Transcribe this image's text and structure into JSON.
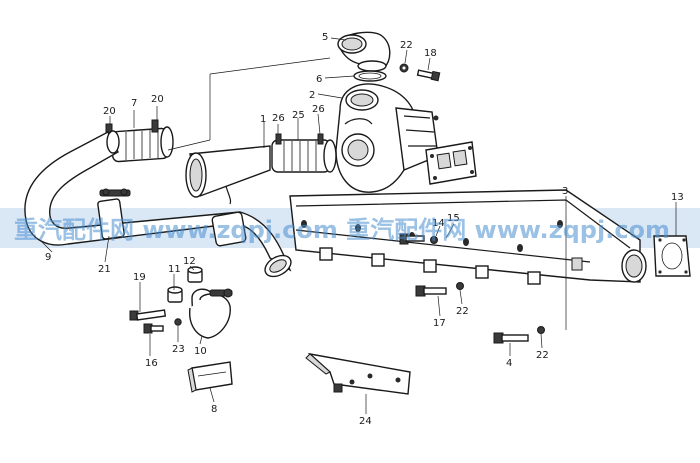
{
  "diagram": {
    "watermark": "重汽配件网 www.zqpj.com 重汽配件网 www.zqpj.com",
    "watermark_color": "#4a8fd0",
    "watermark_band_color": "#bcd6ee",
    "labels": {
      "p2": "2",
      "p3": "3",
      "p4": "4",
      "p5": "5",
      "p6": "6",
      "p7": "7",
      "p8": "8",
      "p9": "9",
      "p10": "10",
      "p11": "11",
      "p12": "12",
      "p13": "13",
      "p14": "14",
      "p15": "15",
      "p16": "16",
      "p17": "17",
      "p18": "18",
      "p19": "19",
      "p20a": "20",
      "p20b": "20",
      "p21": "21",
      "p22a": "22",
      "p22b": "22",
      "p22c": "22",
      "p23": "23",
      "p24": "24",
      "p25": "25",
      "p26a": "26",
      "p26b": "26",
      "p1": "1"
    }
  }
}
